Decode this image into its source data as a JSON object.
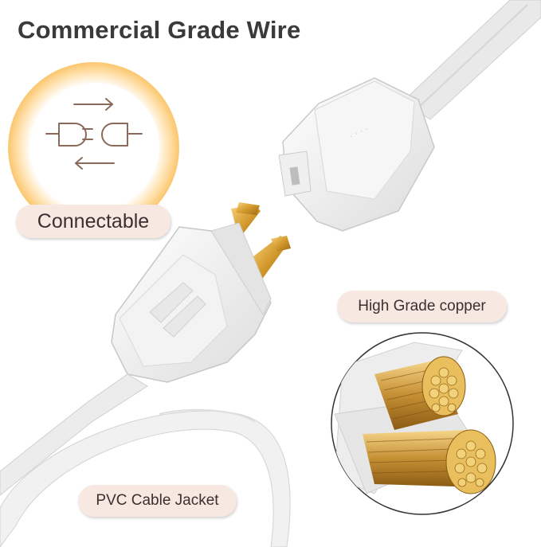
{
  "heading": "Commercial Grade Wire",
  "labels": {
    "connectable": "Connectable",
    "copper": "High Grade copper",
    "jacket": "PVC Cable Jacket"
  },
  "icons": {
    "connect": "plug-connect-icon",
    "arrows": "bidirectional-arrows-icon"
  },
  "colors": {
    "glow": "#fbc872",
    "pill": "#f8e8e2",
    "copper": "#d8a443",
    "cord": "#eeeeee",
    "icon_stroke": "#8a6a5a"
  }
}
